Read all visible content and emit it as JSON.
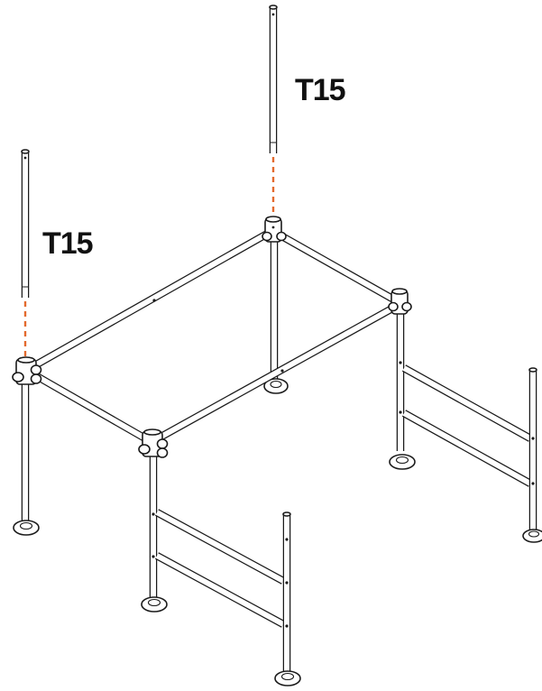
{
  "diagram": {
    "part_labels": [
      {
        "id": "left",
        "text": "T15"
      },
      {
        "id": "top",
        "text": "T15"
      }
    ],
    "colors": {
      "line": "#1a1a1a",
      "guide": "#e36a2e",
      "background": "#ffffff"
    }
  }
}
